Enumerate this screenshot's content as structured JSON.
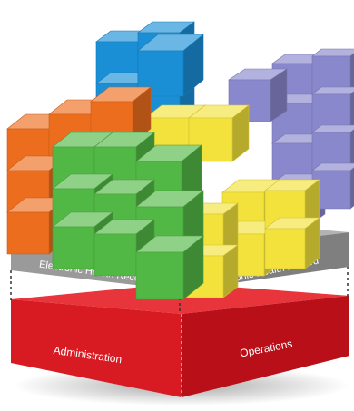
{
  "layers": {
    "ehr": {
      "left_label": "Electronic Health Record",
      "right_label": "Electronic Health Record",
      "color": "#8c8c8c"
    },
    "base": {
      "left_label": "Administration",
      "right_label": "Operations",
      "color": "#d0101a"
    }
  },
  "cube_groups": [
    {
      "name": "blue",
      "color": "#1a8fd6"
    },
    {
      "name": "purple",
      "color": "#8a88cc"
    },
    {
      "name": "yellow",
      "color": "#f3e23c"
    },
    {
      "name": "orange",
      "color": "#ec6d1d"
    },
    {
      "name": "green",
      "color": "#52b845"
    }
  ]
}
